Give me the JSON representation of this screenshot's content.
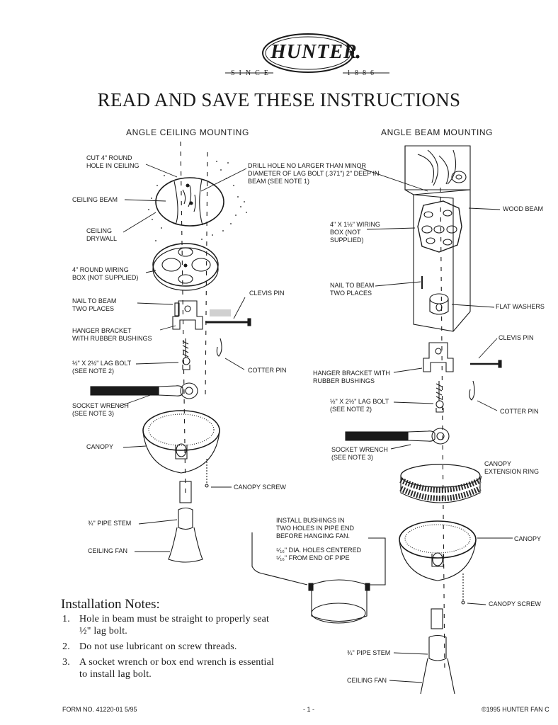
{
  "logo": {
    "brand": "HUNTER",
    "since_label": "SINCE",
    "year": "1886"
  },
  "title": "READ AND SAVE THESE INSTRUCTIONS",
  "sections": {
    "left": "ANGLE CEILING MOUNTING",
    "right": "ANGLE BEAM MOUNTING"
  },
  "left_labels": {
    "cut_hole": "CUT 4\" ROUND\nHOLE IN CEILING",
    "ceiling_beam": "CEILING BEAM",
    "ceiling_drywall": "CEILING\nDRYWALL",
    "wiring_box": "4\" ROUND WIRING\nBOX (NOT SUPPLIED)",
    "nail": "NAIL TO BEAM\nTWO PLACES",
    "hanger_bracket": "HANGER BRACKET\nWITH RUBBER BUSHINGS",
    "lag_bolt": "½\" x 2½\" LAG BOLT\n(SEE NOTE 2)",
    "socket_wrench": "SOCKET WRENCH\n(SEE NOTE 3)",
    "canopy": "CANOPY",
    "pipe_stem": "¾\" PIPE STEM",
    "ceiling_fan": "CEILING FAN",
    "clevis_pin": "CLEVIS PIN",
    "cotter_pin": "COTTER PIN",
    "canopy_screw": "CANOPY SCREW"
  },
  "middle_labels": {
    "drill_hole": "DRILL HOLE NO LARGER THAN MINOR\nDIAMETER OF LAG BOLT (.371\") 2\" DEEP IN\nBEAM (SEE NOTE 1)",
    "install_bushings": "INSTALL BUSHINGS IN\nTWO HOLES IN PIPE END\nBEFORE HANGING FAN.",
    "dia_holes": "⁵⁄₁₆\" DIA. HOLES CENTERED\n⁵⁄₁₆\" FROM END OF PIPE"
  },
  "right_labels": {
    "wood_beam": "WOOD BEAM",
    "wiring_box": "4\" x 1½\" WIRING\nBOX (NOT\nSUPPLIED)",
    "nail": "NAIL TO BEAM\nTWO PLACES",
    "flat_washers": "FLAT WASHERS",
    "clevis_pin": "CLEVIS PIN",
    "hanger_bracket": "HANGER BRACKET WITH\nRUBBER BUSHINGS",
    "lag_bolt": "½\" x 2½\" LAG BOLT\n(SEE NOTE 2)",
    "cotter_pin": "COTTER PIN",
    "socket_wrench": "SOCKET WRENCH\n(SEE NOTE 3)",
    "canopy_extension": "CANOPY\nEXTENSION RING",
    "canopy": "CANOPY",
    "canopy_screw": "CANOPY SCREW",
    "pipe_stem": "¾\" PIPE STEM",
    "ceiling_fan": "CEILING FAN"
  },
  "notes": {
    "heading": "Installation Notes:",
    "items": [
      {
        "num": "1.",
        "text": "Hole in beam must be straight to properly seat ½\" lag bolt."
      },
      {
        "num": "2.",
        "text": "Do not use lubricant on screw threads."
      },
      {
        "num": "3.",
        "text": "A socket wrench or box end wrench is essential to install lag bolt."
      }
    ]
  },
  "footer": {
    "form_no": "FORM NO. 41220-01  5/95",
    "page": "- 1 -",
    "copyright": "©1995 HUNTER FAN C"
  }
}
